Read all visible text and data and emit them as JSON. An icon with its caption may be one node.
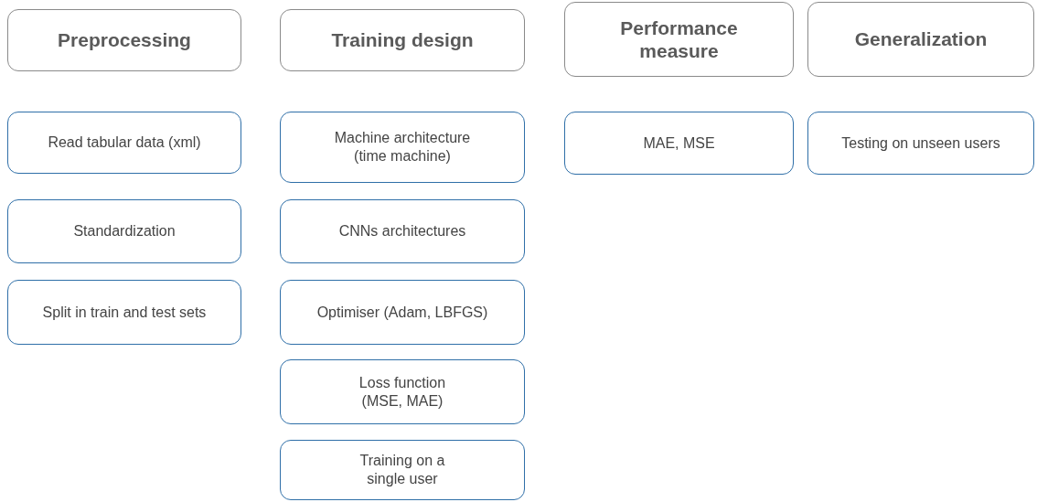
{
  "diagram": {
    "nodes": [
      {
        "text": [
          "Preprocessing"
        ]
      },
      {
        "text": [
          "Read tabular data (xml)"
        ]
      },
      {
        "text": [
          "Standardization"
        ]
      },
      {
        "text": [
          "Split in train and test sets"
        ]
      },
      {
        "text": [
          "Training design"
        ]
      },
      {
        "text": [
          "Machine architecture (time machine)"
        ]
      },
      {
        "text": [
          "CNNs architectures"
        ]
      },
      {
        "text": [
          "Optimiser (Adam, LBFGS)"
        ]
      },
      {
        "text": [
          "Loss function (MSE, MAE)"
        ]
      },
      {
        "text": [
          "Training on a single user"
        ]
      },
      {
        "text": [
          "Performance measure"
        ]
      },
      {
        "text": [
          "MAE, MSE"
        ]
      },
      {
        "text": [
          "Generalization"
        ]
      },
      {
        "text": [
          "Testing on unseen users"
        ]
      }
    ]
  }
}
